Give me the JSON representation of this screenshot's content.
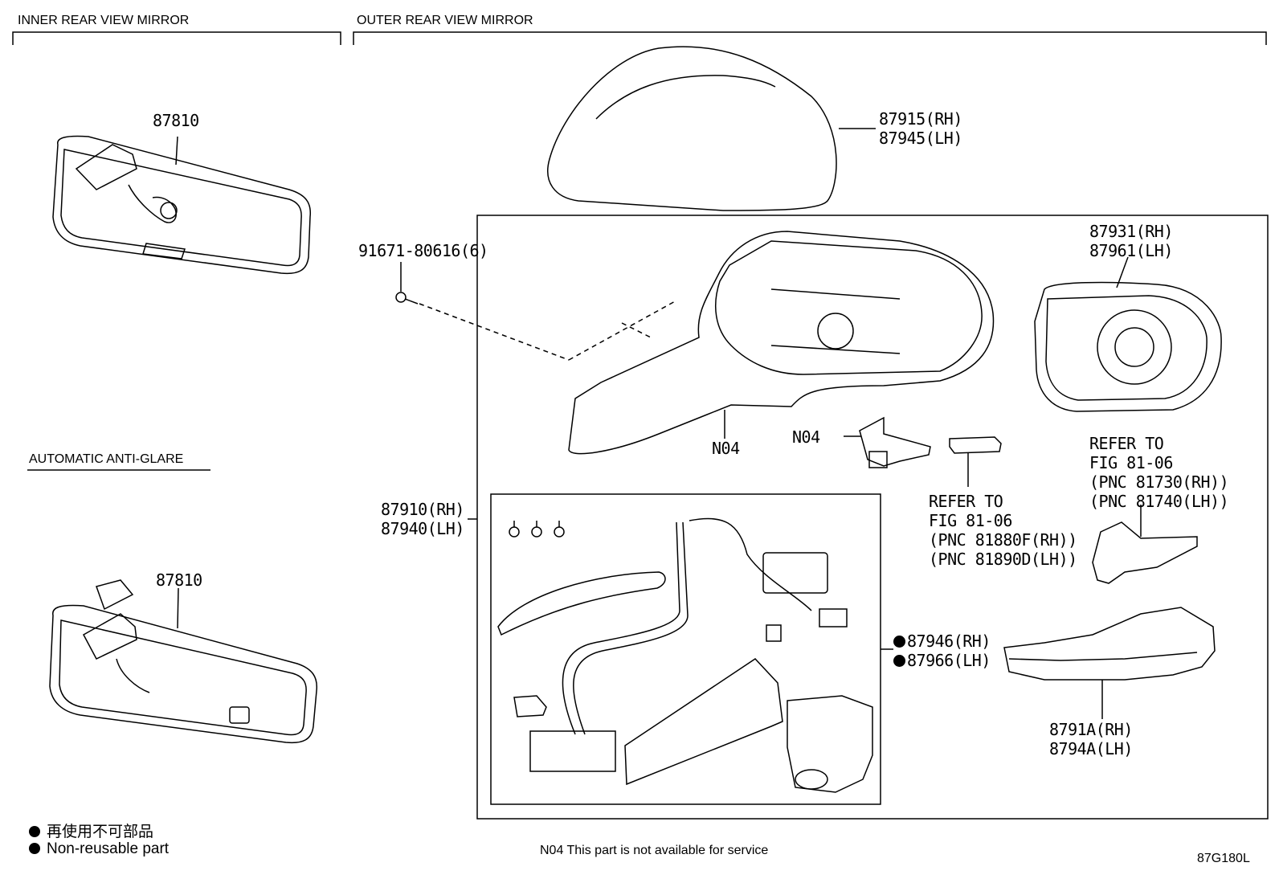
{
  "sections": {
    "inner": "INNER REAR VIEW MIRROR",
    "outer": "OUTER REAR VIEW MIRROR",
    "auto": "AUTOMATIC ANTI-GLARE"
  },
  "labels": {
    "inner_mirror_top": "87810",
    "inner_mirror_auto": "87810",
    "cover_rh": "87915(RH)",
    "cover_lh": "87945(LH)",
    "screw": "91671-80616(6)",
    "glass_rh": "87931(RH)",
    "glass_lh": "87961(LH)",
    "housing_note": "N04",
    "bracket_note": "N04",
    "refer1_a": "REFER TO",
    "refer1_b": "FIG 81-06",
    "refer1_c": "(PNC 81880F(RH))",
    "refer1_d": "(PNC 81890D(LH))",
    "refer2_a": "REFER TO",
    "refer2_b": "FIG 81-06",
    "refer2_c": "(PNC 81730(RH))",
    "refer2_d": "(PNC 81740(LH))",
    "assy_rh": "87910(RH)",
    "assy_lh": "87940(LH)",
    "sub_rh": "87946(RH)",
    "sub_lh": "87966(LH)",
    "lamp_rh": "8791A(RH)",
    "lamp_lh": "8794A(LH)"
  },
  "legend": {
    "jp": "再使用不可部品",
    "en": "Non-reusable part"
  },
  "footer": {
    "note": "N04 This part is not available for service",
    "code": "87G180L"
  }
}
